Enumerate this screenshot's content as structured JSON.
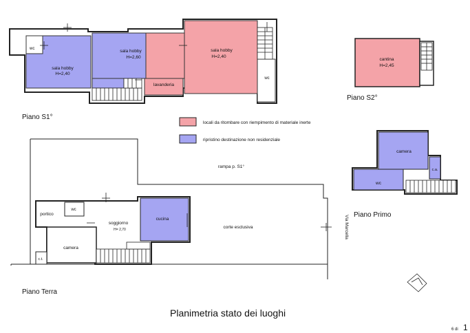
{
  "title": "Planimetria stato dei luoghi",
  "page_number": "1",
  "page_number_small": "6 di",
  "floors": {
    "s1": "Piano S1°",
    "s2": "Piano S2°",
    "terra": "Piano Terra",
    "primo": "Piano Primo"
  },
  "legend": {
    "red_label": "locali da ritombare con riempimento di materiale inerte",
    "blue_label": "ripristino destinazione non residenziale",
    "red_color": "#f4a3a8",
    "blue_color": "#a5a5f2"
  },
  "rooms": {
    "s1_wc_left": "wc",
    "s1_sala1_name": "sala hobby",
    "s1_sala1_h": "H=2,40",
    "s1_sala2_name": "sala hobby",
    "s1_sala2_h": "H=2,60",
    "s1_sala3_name": "sala hobby",
    "s1_sala3_h": "H=2,40",
    "s1_lavanderia": "lavanderia",
    "s1_wc_right": "wc",
    "s2_cantina_name": "cantina",
    "s2_cantina_h": "H=2,45",
    "pt_portico": "portico",
    "pt_wc": "wc",
    "pt_soggiorno": "soggiorno",
    "pt_soggiorno_h": "H= 2,70",
    "pt_cucina": "cucina",
    "pt_camera": "camera",
    "pt_ct": "c.t.",
    "pp_camera": "camera",
    "pp_wc": "wc",
    "pp_ca": "c.a."
  },
  "annotations": {
    "rampa": "rampa p. S1°",
    "corte": "corte esclusiva",
    "via": "Via Marcella"
  }
}
